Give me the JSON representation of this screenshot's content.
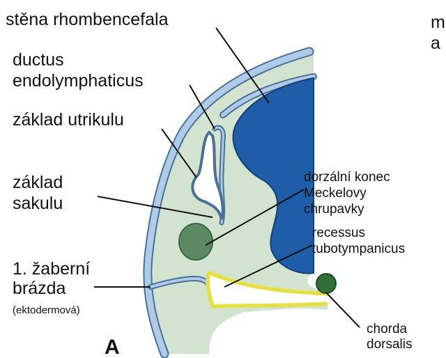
{
  "panel": "A",
  "labels": {
    "stena_rhombencefala": "stěna rhombencefala",
    "ductus_line1": "ductus",
    "ductus_line2": "endolymphaticus",
    "zaklad_utrikulu": "základ utrikulu",
    "zaklad_sakulu_line1": "základ",
    "zaklad_sakulu_line2": "sakulu",
    "zaberni_line1": "1. žaberní",
    "zaberni_line2": "brázda",
    "zaberni_line3": "(ektodermová)",
    "dorzalni_line1": "dorzální konec",
    "dorzalni_line2": "Meckelovy",
    "dorzalni_line3": "chrupavky",
    "recessus_line1": "recessus",
    "recessus_line2": "tubotympanicus",
    "chorda_line1": "chorda",
    "chorda_line2": "dorsalis",
    "cut_top_line1": "m",
    "cut_top_line2": "a"
  },
  "colors": {
    "mesenchyme": "#d2e4d0",
    "ectoderm_wall": "#aecbe8",
    "ectoderm_stroke": "#4a6f99",
    "neural_tube": "#1f5da8",
    "neural_tube_dark": "#143f78",
    "cartilage": "#5b8a62",
    "endoderm": "#e8e24a",
    "chorda": "#2f6f3a",
    "line": "#111111"
  }
}
